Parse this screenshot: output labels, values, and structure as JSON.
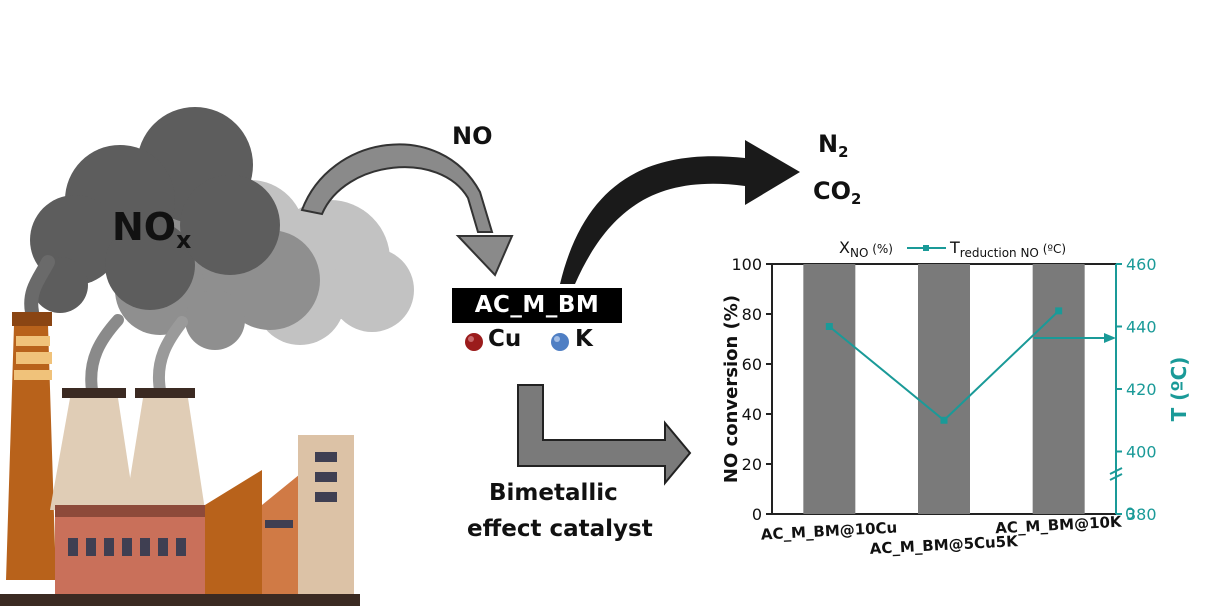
{
  "scheme": {
    "nox_main": "NO",
    "nox_sub": "x",
    "no_label": "NO",
    "n2_main": "N",
    "n2_sub": "2",
    "co2_main": "CO",
    "co2_sub": "2",
    "catalyst_label": "AC_M_BM",
    "legend_cu": "Cu",
    "legend_k": "K",
    "bimetallic_line1": "Bimetallic",
    "bimetallic_line2": "effect catalyst",
    "colors": {
      "cu_ball": "#9b1c1c",
      "k_ball": "#4f7fc4",
      "chart_teal": "#1a9a98",
      "bar_gray": "#7a7a7a"
    }
  },
  "chart_data": {
    "type": "bar",
    "categories": [
      "AC_M_BM@10Cu",
      "AC_M_BM@5Cu5K",
      "AC_M_BM@10K"
    ],
    "series": [
      {
        "name": "X_NO (%)",
        "values": [
          100,
          100,
          100
        ]
      },
      {
        "name": "T_reduction NO (ºC)",
        "values": [
          440,
          410,
          445
        ],
        "type": "line"
      }
    ],
    "legend": {
      "s1_main": "X",
      "s1_sub": "NO",
      "s1_rest": " (%)",
      "s2_main": "T",
      "s2_sub": "reduction NO",
      "s2_rest": " (ºC)"
    },
    "ylabel": "NO conversion (%)",
    "y2label": "T (ºC)",
    "ylim": [
      0,
      100
    ],
    "y2lim": [
      380,
      460
    ],
    "yticks": [
      0,
      20,
      40,
      60,
      80,
      100
    ],
    "y2ticks": [
      380,
      400,
      420,
      440,
      460
    ],
    "y2_axis_break_label": "0",
    "legend_position": "top"
  }
}
